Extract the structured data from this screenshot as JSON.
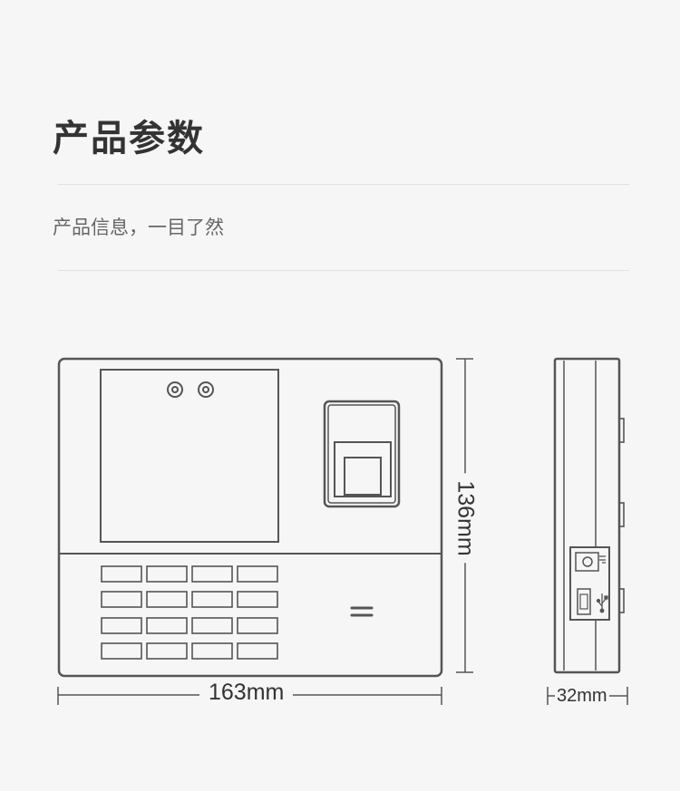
{
  "header": {
    "title": "产品参数",
    "subtitle": "产品信息，一目了然"
  },
  "dimensions": {
    "width": "163mm",
    "height": "136mm",
    "depth": "32mm"
  },
  "colors": {
    "background": "#f6f6f6",
    "line": "#555555",
    "title": "#333333",
    "subtitle": "#666666"
  }
}
